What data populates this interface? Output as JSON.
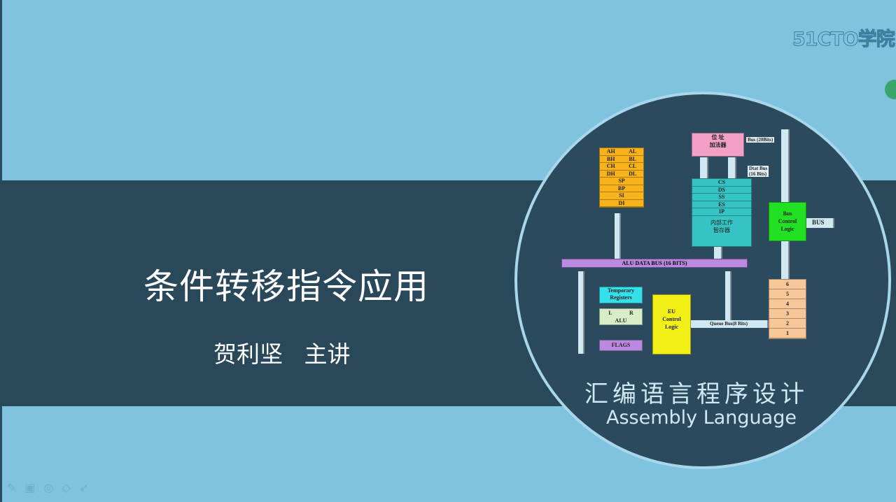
{
  "slide": {
    "title": "条件转移指令应用",
    "speaker": "贺利坚",
    "speaker_role": "主讲"
  },
  "watermark": "51CTO学院",
  "course": {
    "title_cn": "汇编语言程序设计",
    "title_en": "Assembly Language"
  },
  "diagram": {
    "gp_registers": [
      [
        "AH",
        "AL"
      ],
      [
        "BH",
        "BL"
      ],
      [
        "CH",
        "CL"
      ],
      [
        "DH",
        "DL"
      ],
      [
        "SP"
      ],
      [
        "BP"
      ],
      [
        "SI"
      ],
      [
        "DI"
      ]
    ],
    "adder": [
      "位 址",
      "加法器"
    ],
    "segment_registers": [
      "CS",
      "DS",
      "SS",
      "ES",
      "IP"
    ],
    "internal_regs": [
      "内部工作",
      "暂存器"
    ],
    "bus_20": "Bus (20Bits)",
    "data_bus": [
      "Dtat Bus",
      "(16 Bits)"
    ],
    "bus_control": [
      "Bus",
      "Control",
      "Logic"
    ],
    "bus": "BUS",
    "alu_bus": "ALU DATA BUS (16 BITS)",
    "temp_regs": [
      "Temporary",
      "Registers"
    ],
    "alu_lr": [
      "L",
      "R"
    ],
    "alu": "ALU",
    "flags": "FLAGS",
    "eu_control": [
      "EU",
      "Control",
      "Logic"
    ],
    "queue_bus": "Queue Bus(8 Bits)",
    "queue": [
      "6",
      "5",
      "4",
      "3",
      "2",
      "1"
    ]
  },
  "colors": {
    "background": "#7fc3de",
    "band": "#294859",
    "circle": "#2c4a5e"
  }
}
